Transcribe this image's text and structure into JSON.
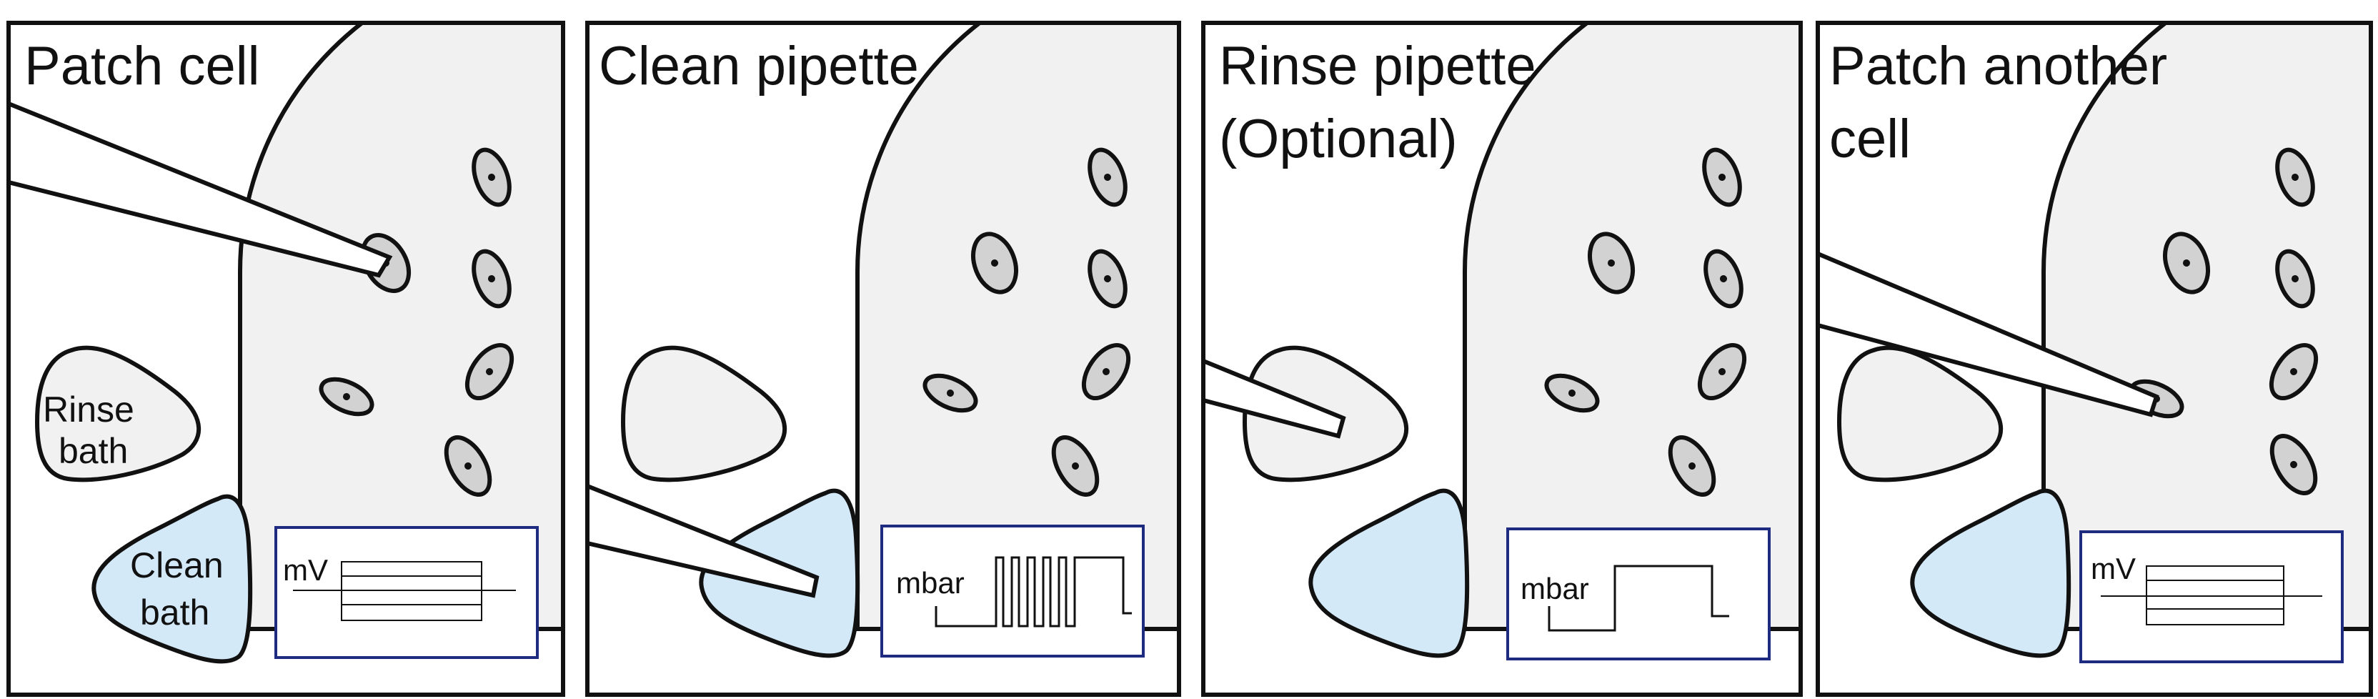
{
  "panels": [
    {
      "title_lines": [
        "Patch cell"
      ],
      "inset_label": "mV"
    },
    {
      "title_lines": [
        "Clean pipette"
      ],
      "inset_label": "mbar"
    },
    {
      "title_lines": [
        "Rinse pipette",
        "(Optional)"
      ],
      "inset_label": "mbar"
    },
    {
      "title_lines": [
        "Patch another",
        "cell"
      ],
      "inset_label": "mV"
    }
  ],
  "baths": {
    "rinse_lines": [
      "Rinse",
      "bath"
    ],
    "clean_lines": [
      "Clean",
      "bath"
    ]
  },
  "colors": {
    "outline": "#111111",
    "dish_fill": "#f1f1f1",
    "cell_fill": "#d2d2d2",
    "rinse_bath_fill": "#f1f1f1",
    "clean_bath_fill": "#d4e9f8",
    "inset_border": "#1f2b80"
  }
}
